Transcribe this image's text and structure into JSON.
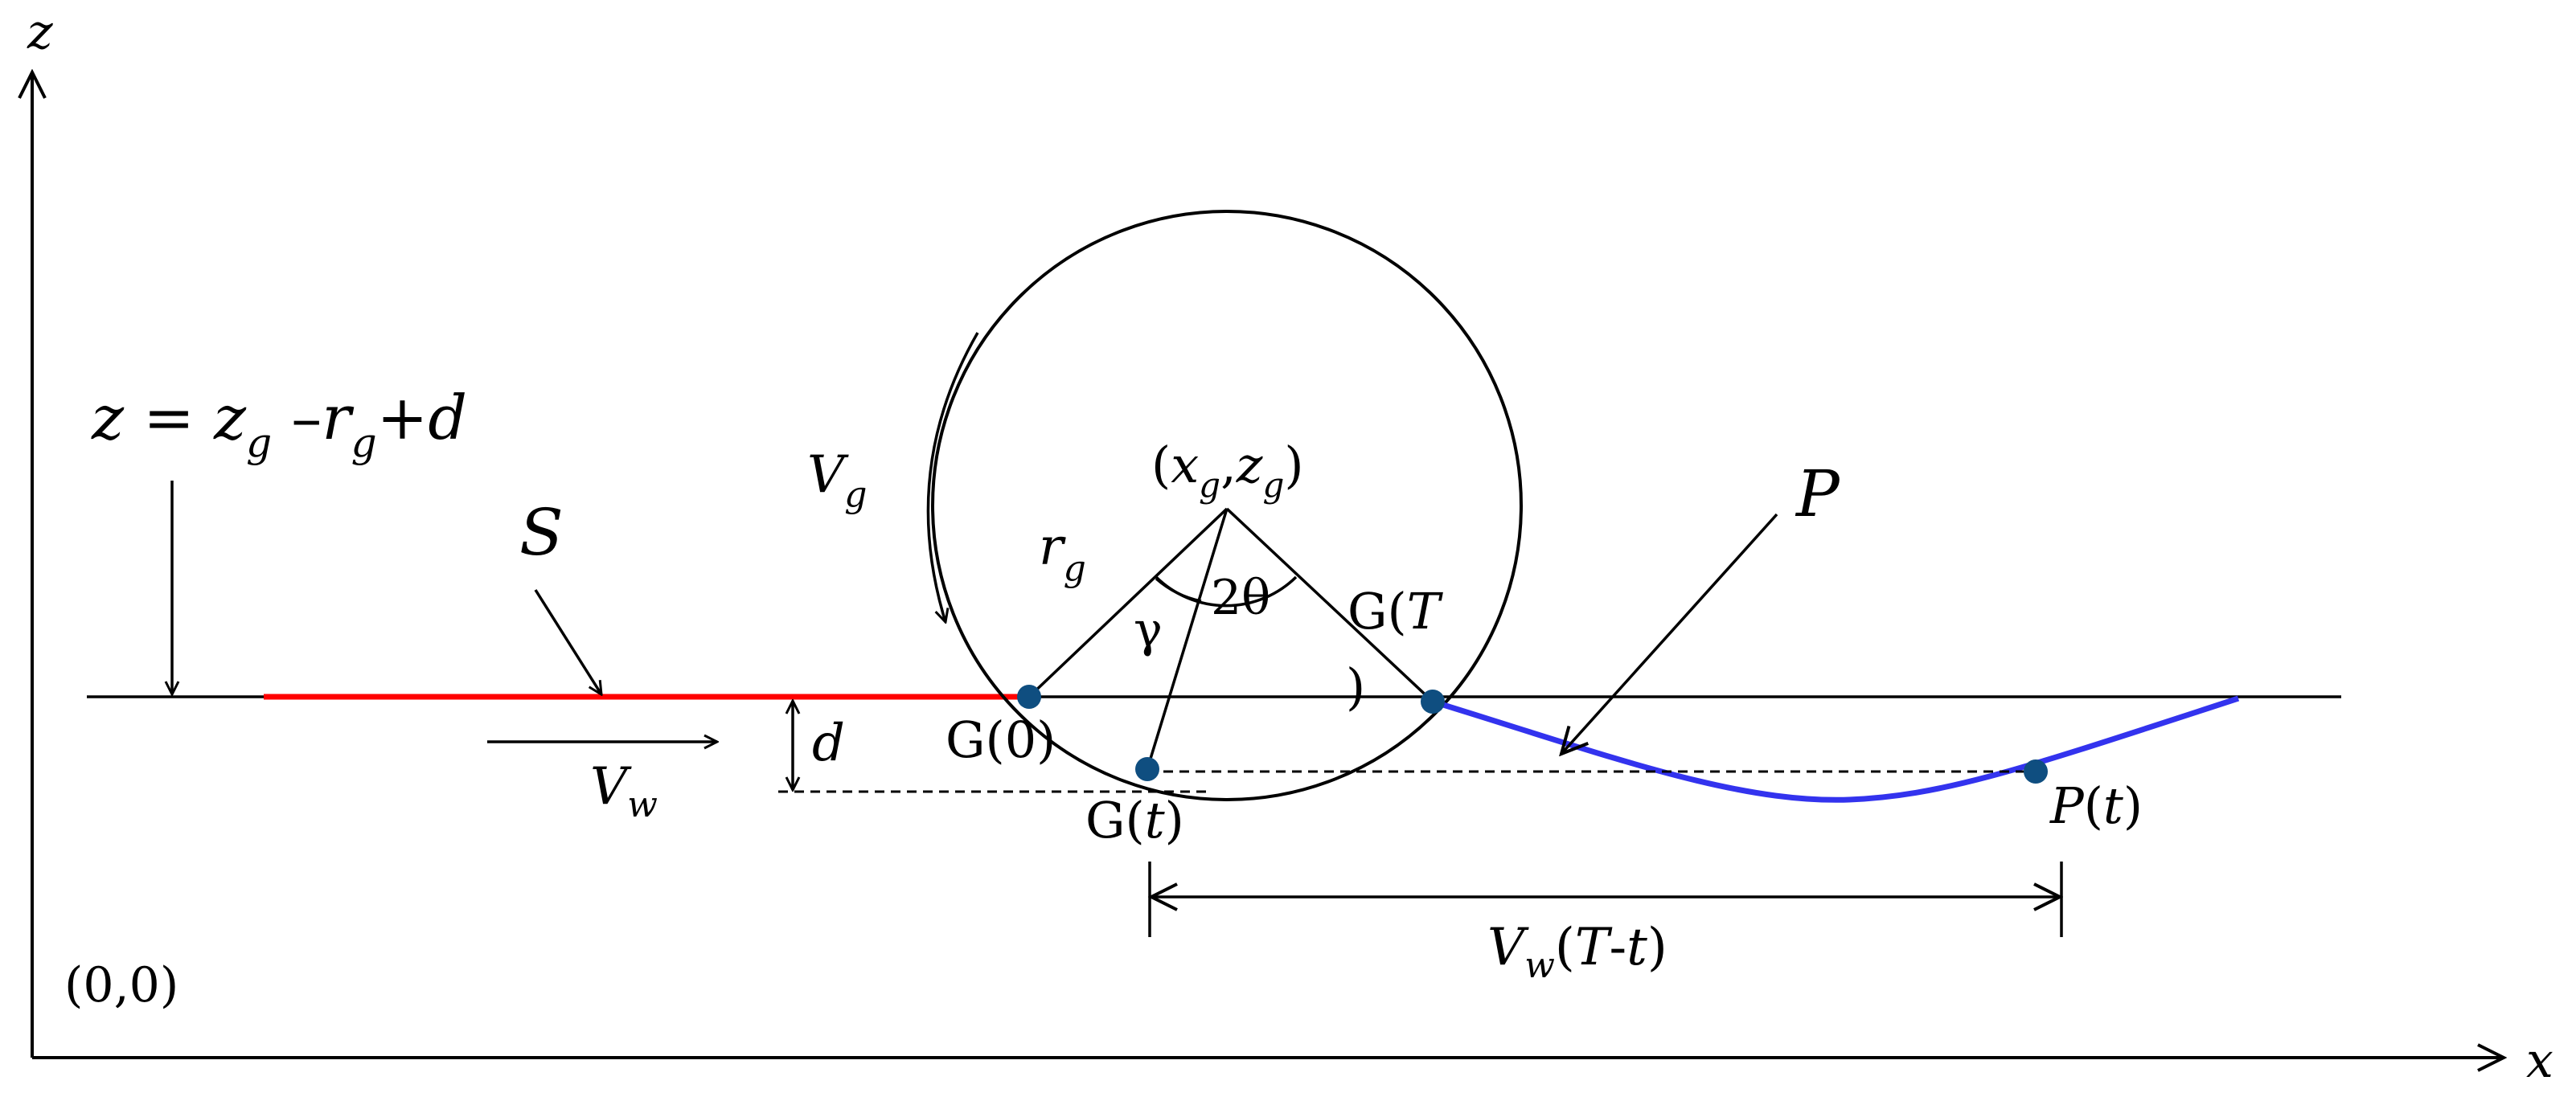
{
  "axes": {
    "z_label": "z",
    "x_label": "x",
    "origin_label": "(0,0)"
  },
  "labels": {
    "cut_eq_z": "z",
    "cut_eq_eq": " = ",
    "cut_eq_zg": "z",
    "cut_eq_zg_sub": "g",
    "cut_eq_minus": " –",
    "cut_eq_rg": "r",
    "cut_eq_rg_sub": "g",
    "cut_eq_plus": "+",
    "cut_eq_d": "d",
    "surface": "S",
    "workpiece_velocity": "V",
    "workpiece_velocity_sub": "w",
    "depth": "d",
    "grinding_velocity": "V",
    "grinding_velocity_sub": "g",
    "radius": "r",
    "radius_sub": "g",
    "center_open": "(",
    "center_x": "x",
    "center_x_sub": "g",
    "center_comma": ",",
    "center_z": "z",
    "center_z_sub": "g",
    "center_close": ")",
    "two_theta": "2θ",
    "gamma": "γ",
    "g_t_end_part1": "G(",
    "g_t_end_part2": "T",
    "g_t_end_close": ")",
    "g0": "G(0)",
    "gt_open": "G(",
    "gt_t": "t",
    "gt_close": ")",
    "profile": "P",
    "pt_p": "P",
    "pt_open": "(",
    "pt_t": "t",
    "pt_close": ")",
    "dist_v": "V",
    "dist_sub": "w",
    "dist_open": "(",
    "dist_T": "T",
    "dist_dash": "-",
    "dist_t": "t",
    "dist_close": ")"
  },
  "colors": {
    "line": "#000000",
    "uncut_surface": "#ff0000",
    "ground_profile": "#3333ee",
    "point_marker": "#0f4e80"
  }
}
